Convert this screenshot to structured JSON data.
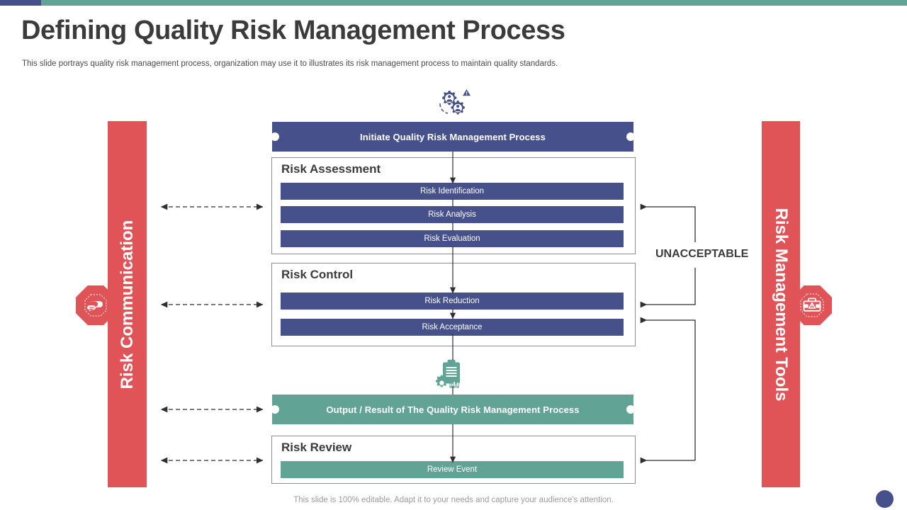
{
  "theme": {
    "blue": "#46518c",
    "teal": "#61a496",
    "red": "#e05458",
    "text_dark": "#3b3b3b",
    "text_muted": "#9b9b9b"
  },
  "header": {
    "title": "Defining Quality Risk Management Process",
    "subtitle": "This slide portrays quality risk management process, organization may use it to illustrates its risk management process to maintain quality standards."
  },
  "sidebars": {
    "left": {
      "label": "Risk Communication",
      "icon": "chat-bubbles-icon"
    },
    "right": {
      "label": "Risk Management Tools",
      "icon": "toolbox-warning-icon"
    }
  },
  "icons": {
    "top": "gears-people-warning-icon",
    "middle": "clipboard-report-icon"
  },
  "flow": {
    "initiate": "Initiate Quality Risk Management Process",
    "output": "Output / Result of The Quality Risk Management Process",
    "unacceptable": "UNACCEPTABLE",
    "sections": [
      {
        "title": "Risk Assessment",
        "color": "blue",
        "steps": [
          "Risk Identification",
          "Risk Analysis",
          "Risk Evaluation"
        ]
      },
      {
        "title": "Risk Control",
        "color": "blue",
        "steps": [
          "Risk Reduction",
          "Risk Acceptance"
        ]
      },
      {
        "title": "Risk Review",
        "color": "teal",
        "steps": [
          "Review Event"
        ]
      }
    ]
  },
  "footer": {
    "note": "This slide is 100% editable. Adapt it to your needs and capture your audience's attention."
  }
}
